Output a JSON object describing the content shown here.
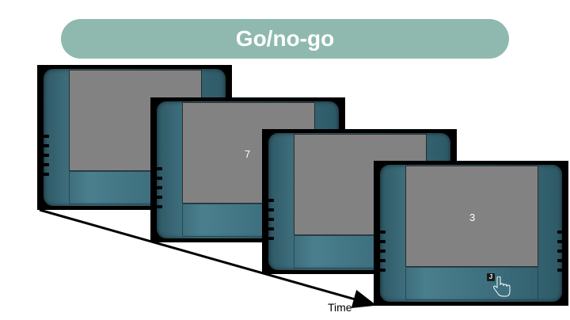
{
  "title": "Go/no-go",
  "axis_label": "Time",
  "frames": [
    {
      "stimulus": ""
    },
    {
      "stimulus": "7"
    },
    {
      "stimulus": ""
    },
    {
      "stimulus": "3",
      "response_key": "J"
    }
  ],
  "colors": {
    "banner": "#8fb9af",
    "monitor_bezel": "#3d6f7e",
    "screen": "#828282"
  },
  "icons": [
    "hand-pointer-icon",
    "keyboard-key-icon"
  ]
}
